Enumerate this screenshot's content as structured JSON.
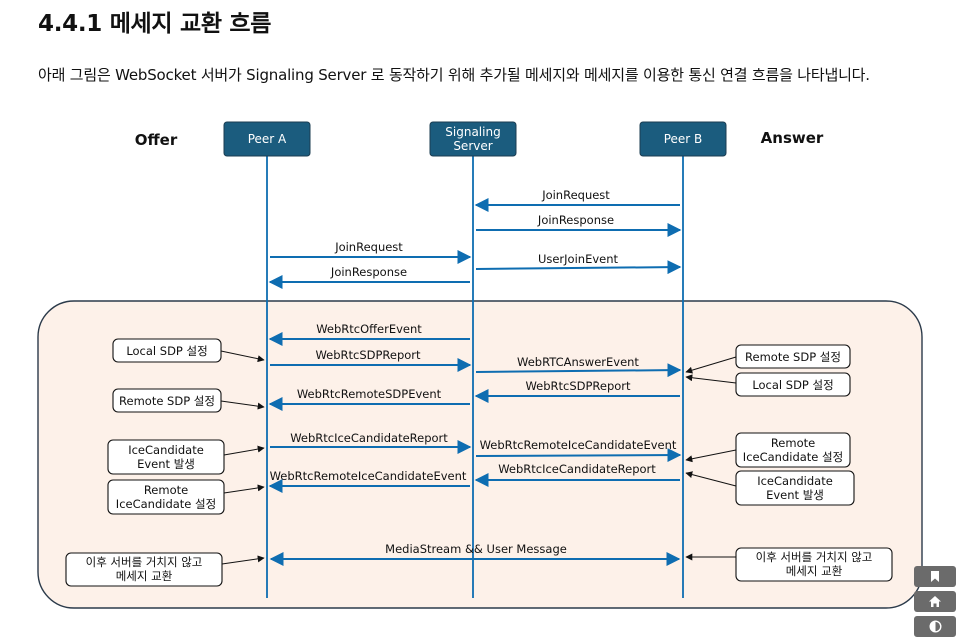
{
  "heading": "4.4.1 메세지 교환 흐름",
  "description": "아래 그림은 WebSocket 서버가 Signaling Server 로 동작하기 위해 추가될 메세지와 메세지를 이용한 통신 연결 흐름을 나타냅니다.",
  "diagram": {
    "offer_label": "Offer",
    "answer_label": "Answer",
    "peers": {
      "a": {
        "line1": "Peer A"
      },
      "server": {
        "line1": "Signaling",
        "line2": "Server"
      },
      "b": {
        "line1": "Peer B"
      }
    },
    "messages": [
      "JoinRequest",
      "JoinResponse",
      "JoinRequest",
      "JoinResponse",
      "UserJoinEvent",
      "WebRtcOfferEvent",
      "WebRtcSDPReport",
      "WebRTCAnswerEvent",
      "WebRtcSDPReport",
      "WebRtcRemoteSDPEvent",
      "WebRtcIceCandidateReport",
      "WebRtcRemoteIceCandidateEvent",
      "WebRtcIceCandidateReport",
      "WebRtcRemoteIceCandidateEvent",
      "MediaStream && User Message"
    ],
    "notes_left": [
      {
        "line1": "Local SDP 설정"
      },
      {
        "line1": "Remote SDP 설정"
      },
      {
        "line1": "IceCandidate",
        "line2": "Event 발생"
      },
      {
        "line1": "Remote",
        "line2": "IceCandidate 설정"
      },
      {
        "line1": "이후 서버를 거치지 않고",
        "line2": "메세지 교환"
      }
    ],
    "notes_right": [
      {
        "line1": "Remote SDP 설정"
      },
      {
        "line1": "Local SDP 설정"
      },
      {
        "line1": "Remote",
        "line2": "IceCandidate 설정"
      },
      {
        "line1": "IceCandidate",
        "line2": "Event 발생"
      },
      {
        "line1": "이후 서버를 거치지 않고",
        "line2": "메세지 교환"
      }
    ]
  },
  "side_buttons": [
    {
      "icon": "bookmark-icon"
    },
    {
      "icon": "home-icon"
    },
    {
      "icon": "contrast-icon"
    }
  ]
}
